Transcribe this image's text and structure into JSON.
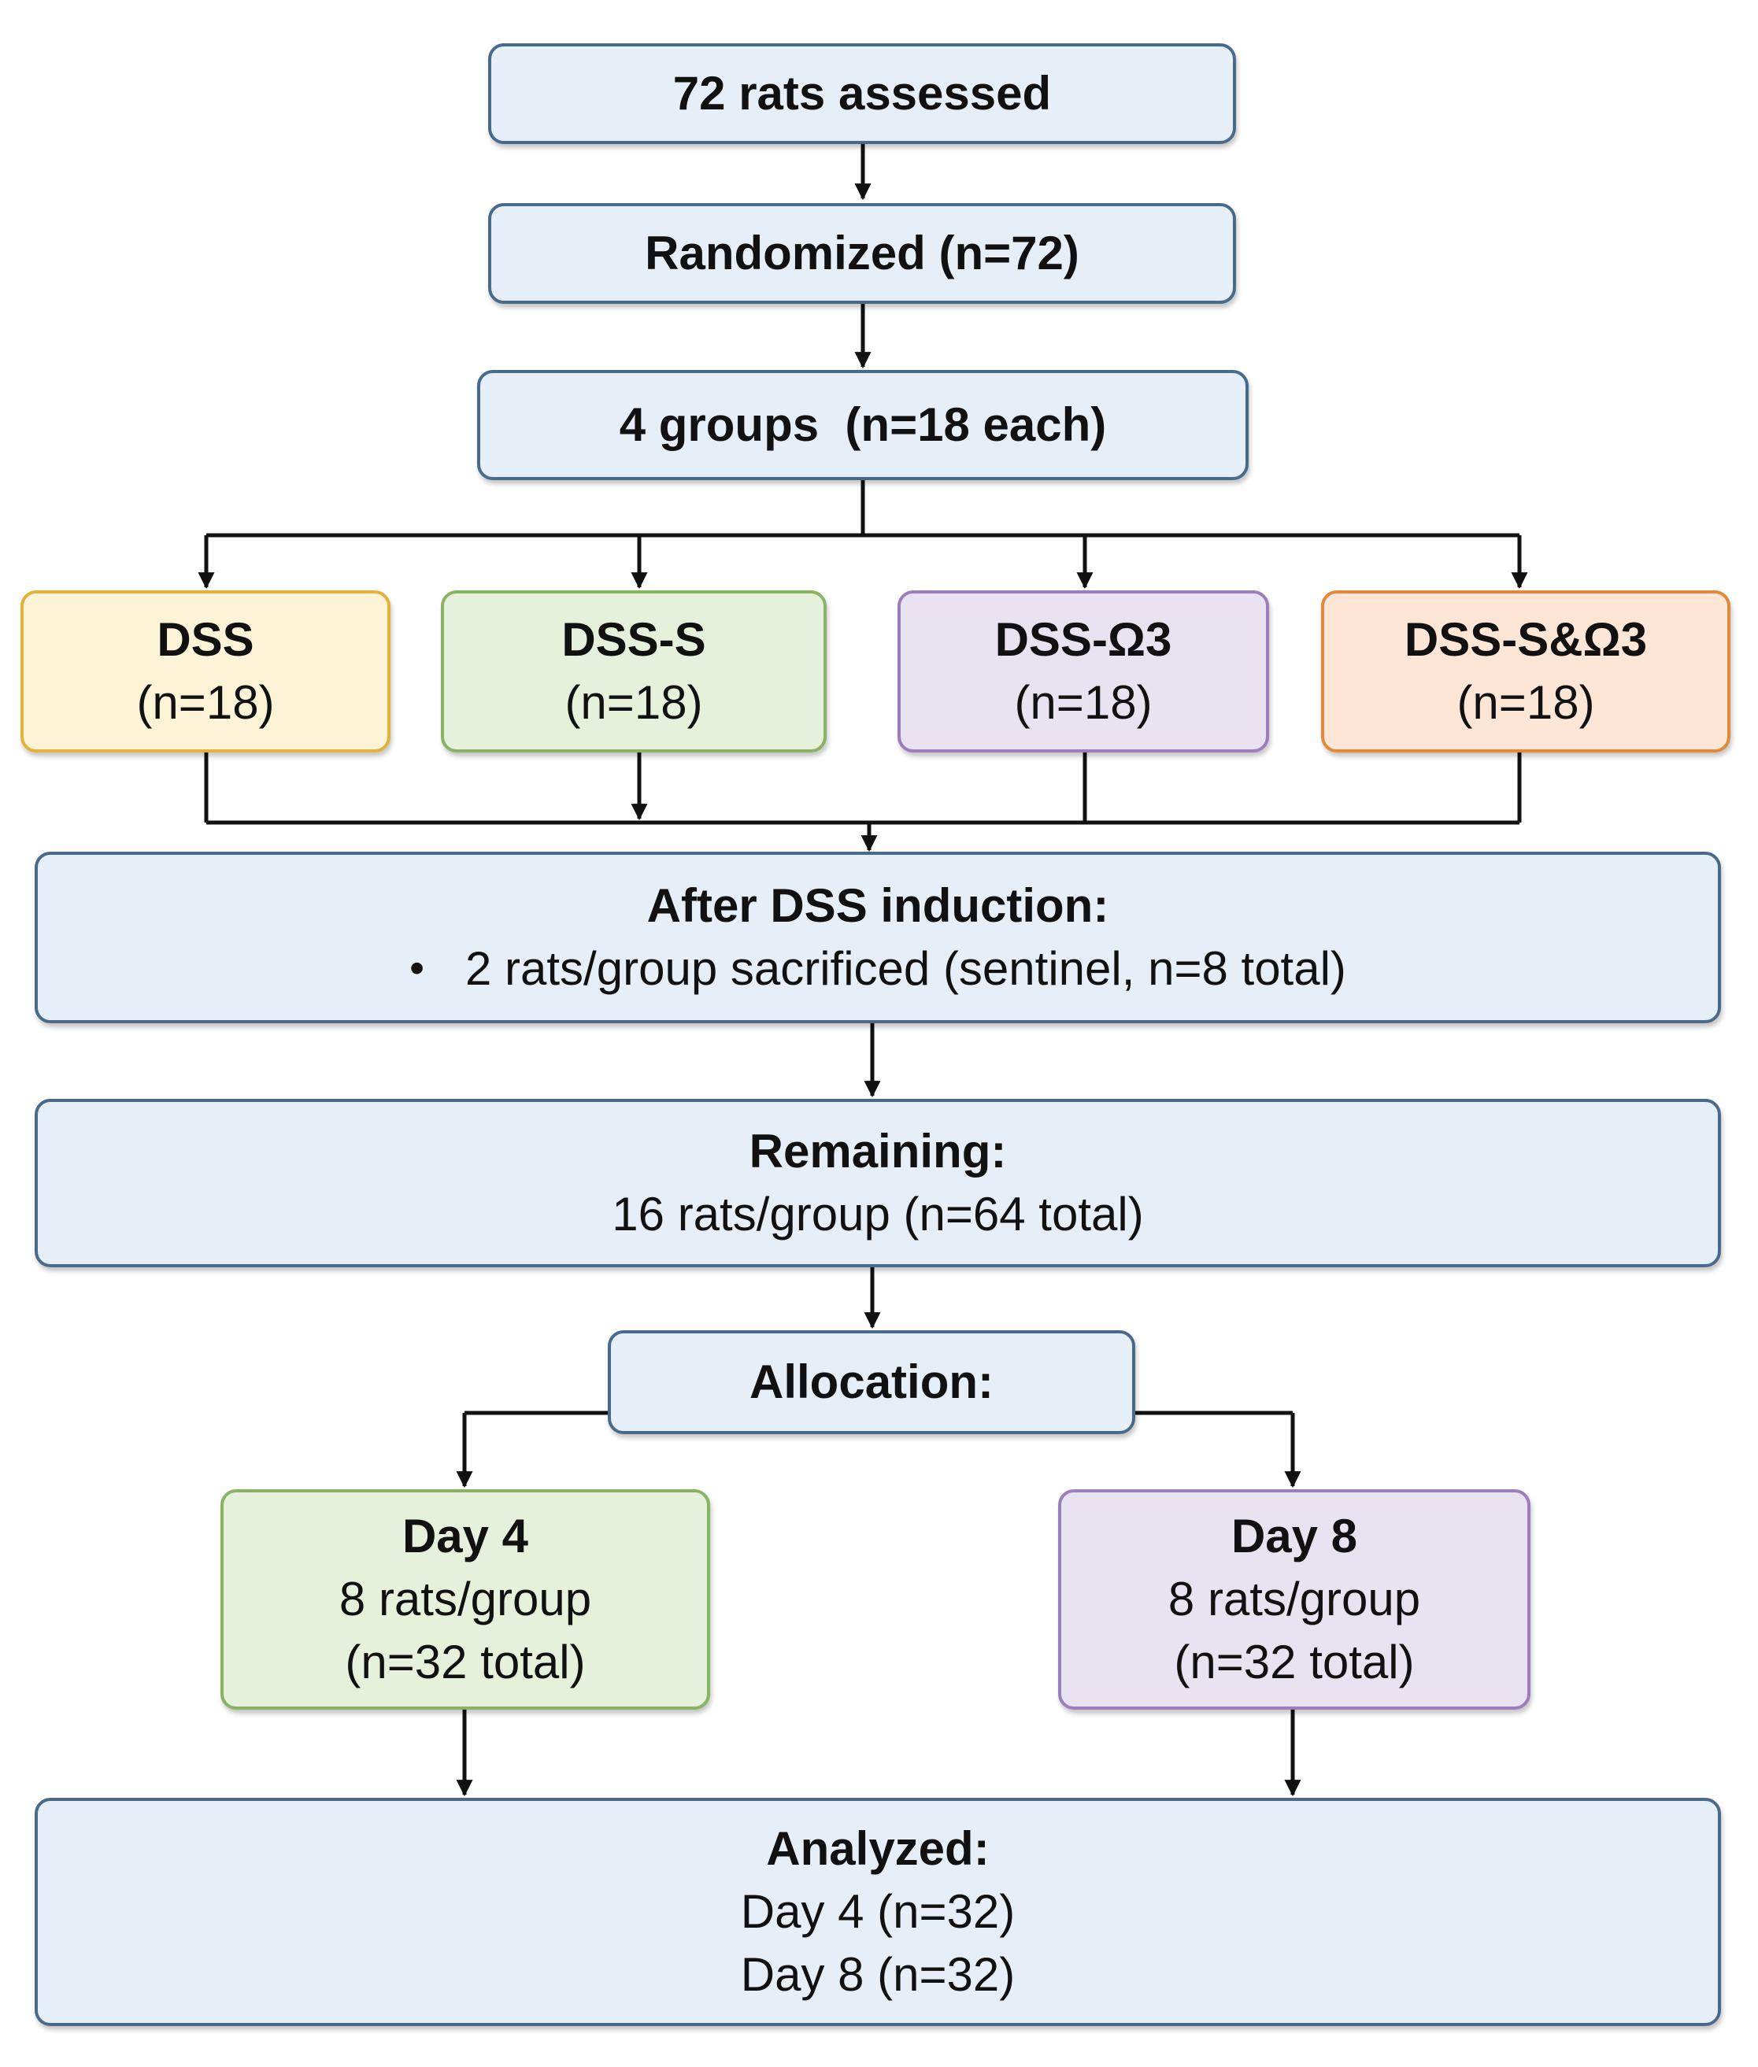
{
  "nodes": {
    "assessed": {
      "title": "72 rats assessed"
    },
    "randomized": {
      "title": "Randomized (n=72)"
    },
    "groups": {
      "title": "4 groups  (n=18 each)"
    },
    "group_dss": {
      "title": "DSS",
      "count": "(n=18)",
      "fill": "#fdf3d6",
      "stroke": "#e3b23c"
    },
    "group_dss_s": {
      "title": "DSS-S",
      "count": "(n=18)",
      "fill": "#e6f1dc",
      "stroke": "#88b463"
    },
    "group_dss_omega3": {
      "title": "DSS-Ω3",
      "count": "(n=18)",
      "fill": "#e9e2f1",
      "stroke": "#9b7fbc"
    },
    "group_dss_s_omega3": {
      "title": "DSS-S&Ω3",
      "count": "(n=18)",
      "fill": "#fde6d6",
      "stroke": "#e28a3b"
    },
    "induction": {
      "title": "After DSS induction:",
      "bullet": "•",
      "detail": "2 rats/group sacrificed (sentinel, n=8 total)"
    },
    "remaining": {
      "title": "Remaining:",
      "detail": "16 rats/group (n=64 total)"
    },
    "allocation": {
      "title": "Allocation:"
    },
    "day4": {
      "title": "Day 4",
      "line1": "8 rats/group",
      "line2": "(n=32 total)"
    },
    "day8": {
      "title": "Day 8",
      "line1": "8 rats/group",
      "line2": "(n=32 total)"
    },
    "analyzed": {
      "title": "Analyzed:",
      "line1": "Day 4 (n=32)",
      "line2": "Day 8 (n=32)"
    }
  },
  "colors": {
    "box_fill": "#e6eff8",
    "box_stroke": "#4a6a8c",
    "connector": "#111111"
  }
}
